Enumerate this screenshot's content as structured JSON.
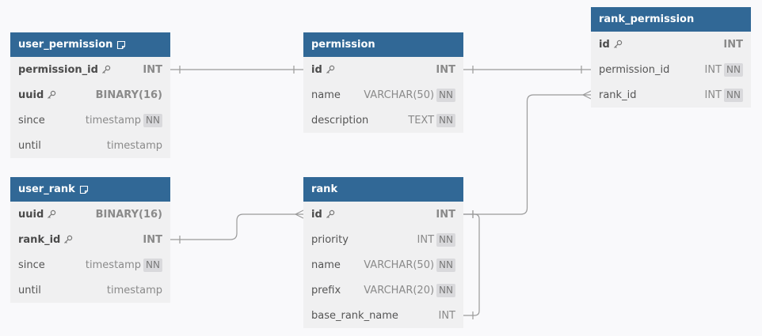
{
  "tables": [
    {
      "id": "user_permission",
      "name": "user_permission",
      "has_note": true,
      "columns": [
        {
          "name": "permission_id",
          "type": "INT",
          "pk": true,
          "nn": false
        },
        {
          "name": "uuid",
          "type": "BINARY(16)",
          "pk": true,
          "nn": false
        },
        {
          "name": "since",
          "type": "timestamp",
          "pk": false,
          "nn": true
        },
        {
          "name": "until",
          "type": "timestamp",
          "pk": false,
          "nn": false
        }
      ]
    },
    {
      "id": "user_rank",
      "name": "user_rank",
      "has_note": true,
      "columns": [
        {
          "name": "uuid",
          "type": "BINARY(16)",
          "pk": true,
          "nn": false
        },
        {
          "name": "rank_id",
          "type": "INT",
          "pk": true,
          "nn": false
        },
        {
          "name": "since",
          "type": "timestamp",
          "pk": false,
          "nn": true
        },
        {
          "name": "until",
          "type": "timestamp",
          "pk": false,
          "nn": false
        }
      ]
    },
    {
      "id": "permission",
      "name": "permission",
      "has_note": false,
      "columns": [
        {
          "name": "id",
          "type": "INT",
          "pk": true,
          "nn": false
        },
        {
          "name": "name",
          "type": "VARCHAR(50)",
          "pk": false,
          "nn": true
        },
        {
          "name": "description",
          "type": "TEXT",
          "pk": false,
          "nn": true
        }
      ]
    },
    {
      "id": "rank",
      "name": "rank",
      "has_note": false,
      "columns": [
        {
          "name": "id",
          "type": "INT",
          "pk": true,
          "nn": false
        },
        {
          "name": "priority",
          "type": "INT",
          "pk": false,
          "nn": true
        },
        {
          "name": "name",
          "type": "VARCHAR(50)",
          "pk": false,
          "nn": true
        },
        {
          "name": "prefix",
          "type": "VARCHAR(20)",
          "pk": false,
          "nn": true
        },
        {
          "name": "base_rank_name",
          "type": "INT",
          "pk": false,
          "nn": false
        }
      ]
    },
    {
      "id": "rank_permission",
      "name": "rank_permission",
      "has_note": false,
      "columns": [
        {
          "name": "id",
          "type": "INT",
          "pk": true,
          "nn": false
        },
        {
          "name": "permission_id",
          "type": "INT",
          "pk": false,
          "nn": true
        },
        {
          "name": "rank_id",
          "type": "INT",
          "pk": false,
          "nn": true
        }
      ]
    }
  ],
  "nn_label": "NN",
  "relationships": [
    {
      "from": "user_permission.permission_id",
      "to": "permission.id",
      "from_end": "one",
      "to_end": "one"
    },
    {
      "from": "permission.id",
      "to": "rank_permission.permission_id",
      "from_end": "one",
      "to_end": "one"
    },
    {
      "from": "user_rank.rank_id",
      "to": "rank.id",
      "from_end": "one",
      "to_end": "many"
    },
    {
      "from": "rank.id",
      "to": "rank_permission.rank_id",
      "from_end": "one",
      "to_end": "many"
    },
    {
      "from": "rank.base_rank_name",
      "to": "rank.id",
      "from_end": "one",
      "to_end": "one"
    }
  ],
  "colors": {
    "header": "#316896",
    "table_body": "#f0f0f1",
    "connector": "#9a9a9a",
    "background": "#f9f9fb"
  }
}
